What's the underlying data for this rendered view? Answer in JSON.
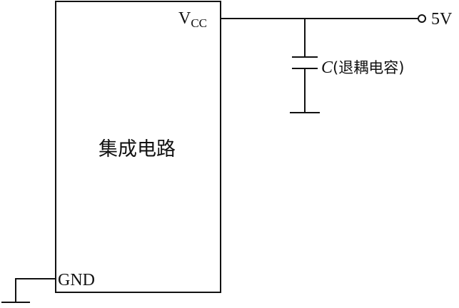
{
  "ic": {
    "name": "集成电路"
  },
  "pins": {
    "vcc_main": "V",
    "vcc_sub": "CC",
    "gnd": "GND"
  },
  "supply": {
    "voltage": "5V"
  },
  "capacitor": {
    "symbol": "C",
    "description": "(退耦电容)"
  }
}
